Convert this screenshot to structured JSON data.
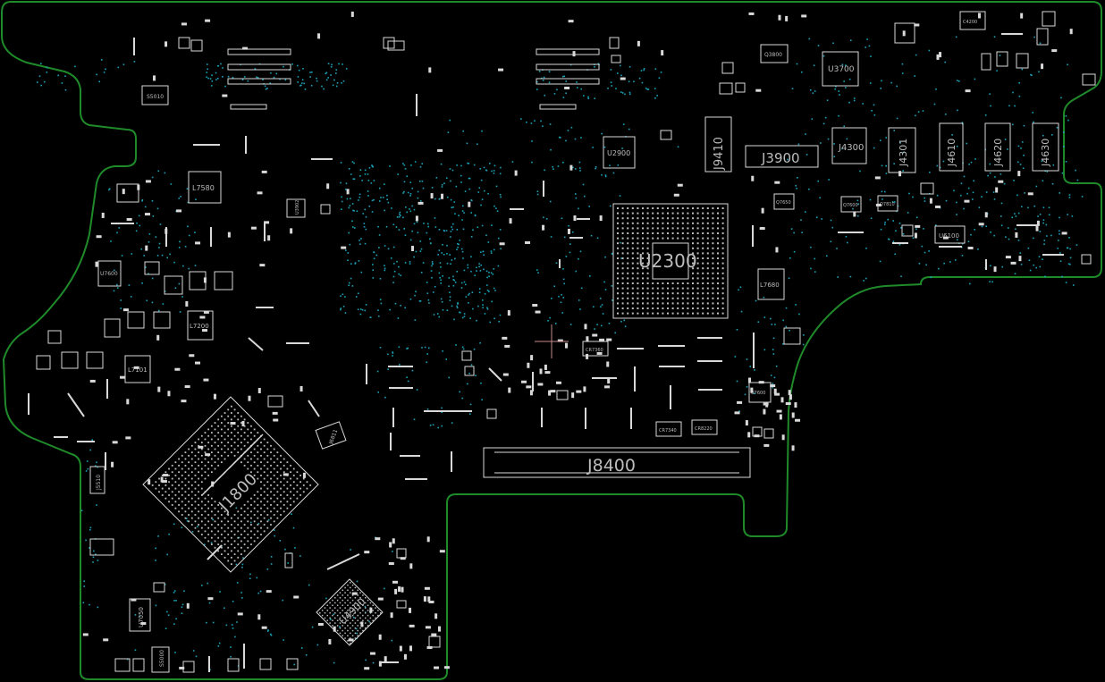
{
  "colors": {
    "background": "#000000",
    "outline": "#1f8a2a",
    "component": "#d9d9d9",
    "label": "#bdbdbd",
    "via": "#1aa3b8",
    "crosshair": "#c98a8a"
  },
  "labels": {
    "u2300": "U2300",
    "j8400": "J8400",
    "j3900": "J3900",
    "j9410": "J9410",
    "j4300": "J4300",
    "j4301": "J4301",
    "j4610": "J4610",
    "j4620": "J4620",
    "j4630": "J4630",
    "u3700": "U3700",
    "u2900": "U2900",
    "u6100": "U6100",
    "l7580": "L7580",
    "l7680": "L7680",
    "l7200": "L7200",
    "l7101": "L7101",
    "u7600": "U7600",
    "u7050": "U7050",
    "u4900": "U4900",
    "j1800": "J1800",
    "j6811": "J6811",
    "j5510": "J5510",
    "s5010": "S5010",
    "s5000": "S5000",
    "q3800": "Q3800",
    "q7650": "Q7650",
    "q7600": "Q7600",
    "q7810": "Q7810",
    "cr7360": "CR7360",
    "cr7340": "CR7340",
    "cr8220": "CR8220",
    "u7600b": "U7600",
    "c4200": "C4200",
    "u3902": "U3902"
  }
}
